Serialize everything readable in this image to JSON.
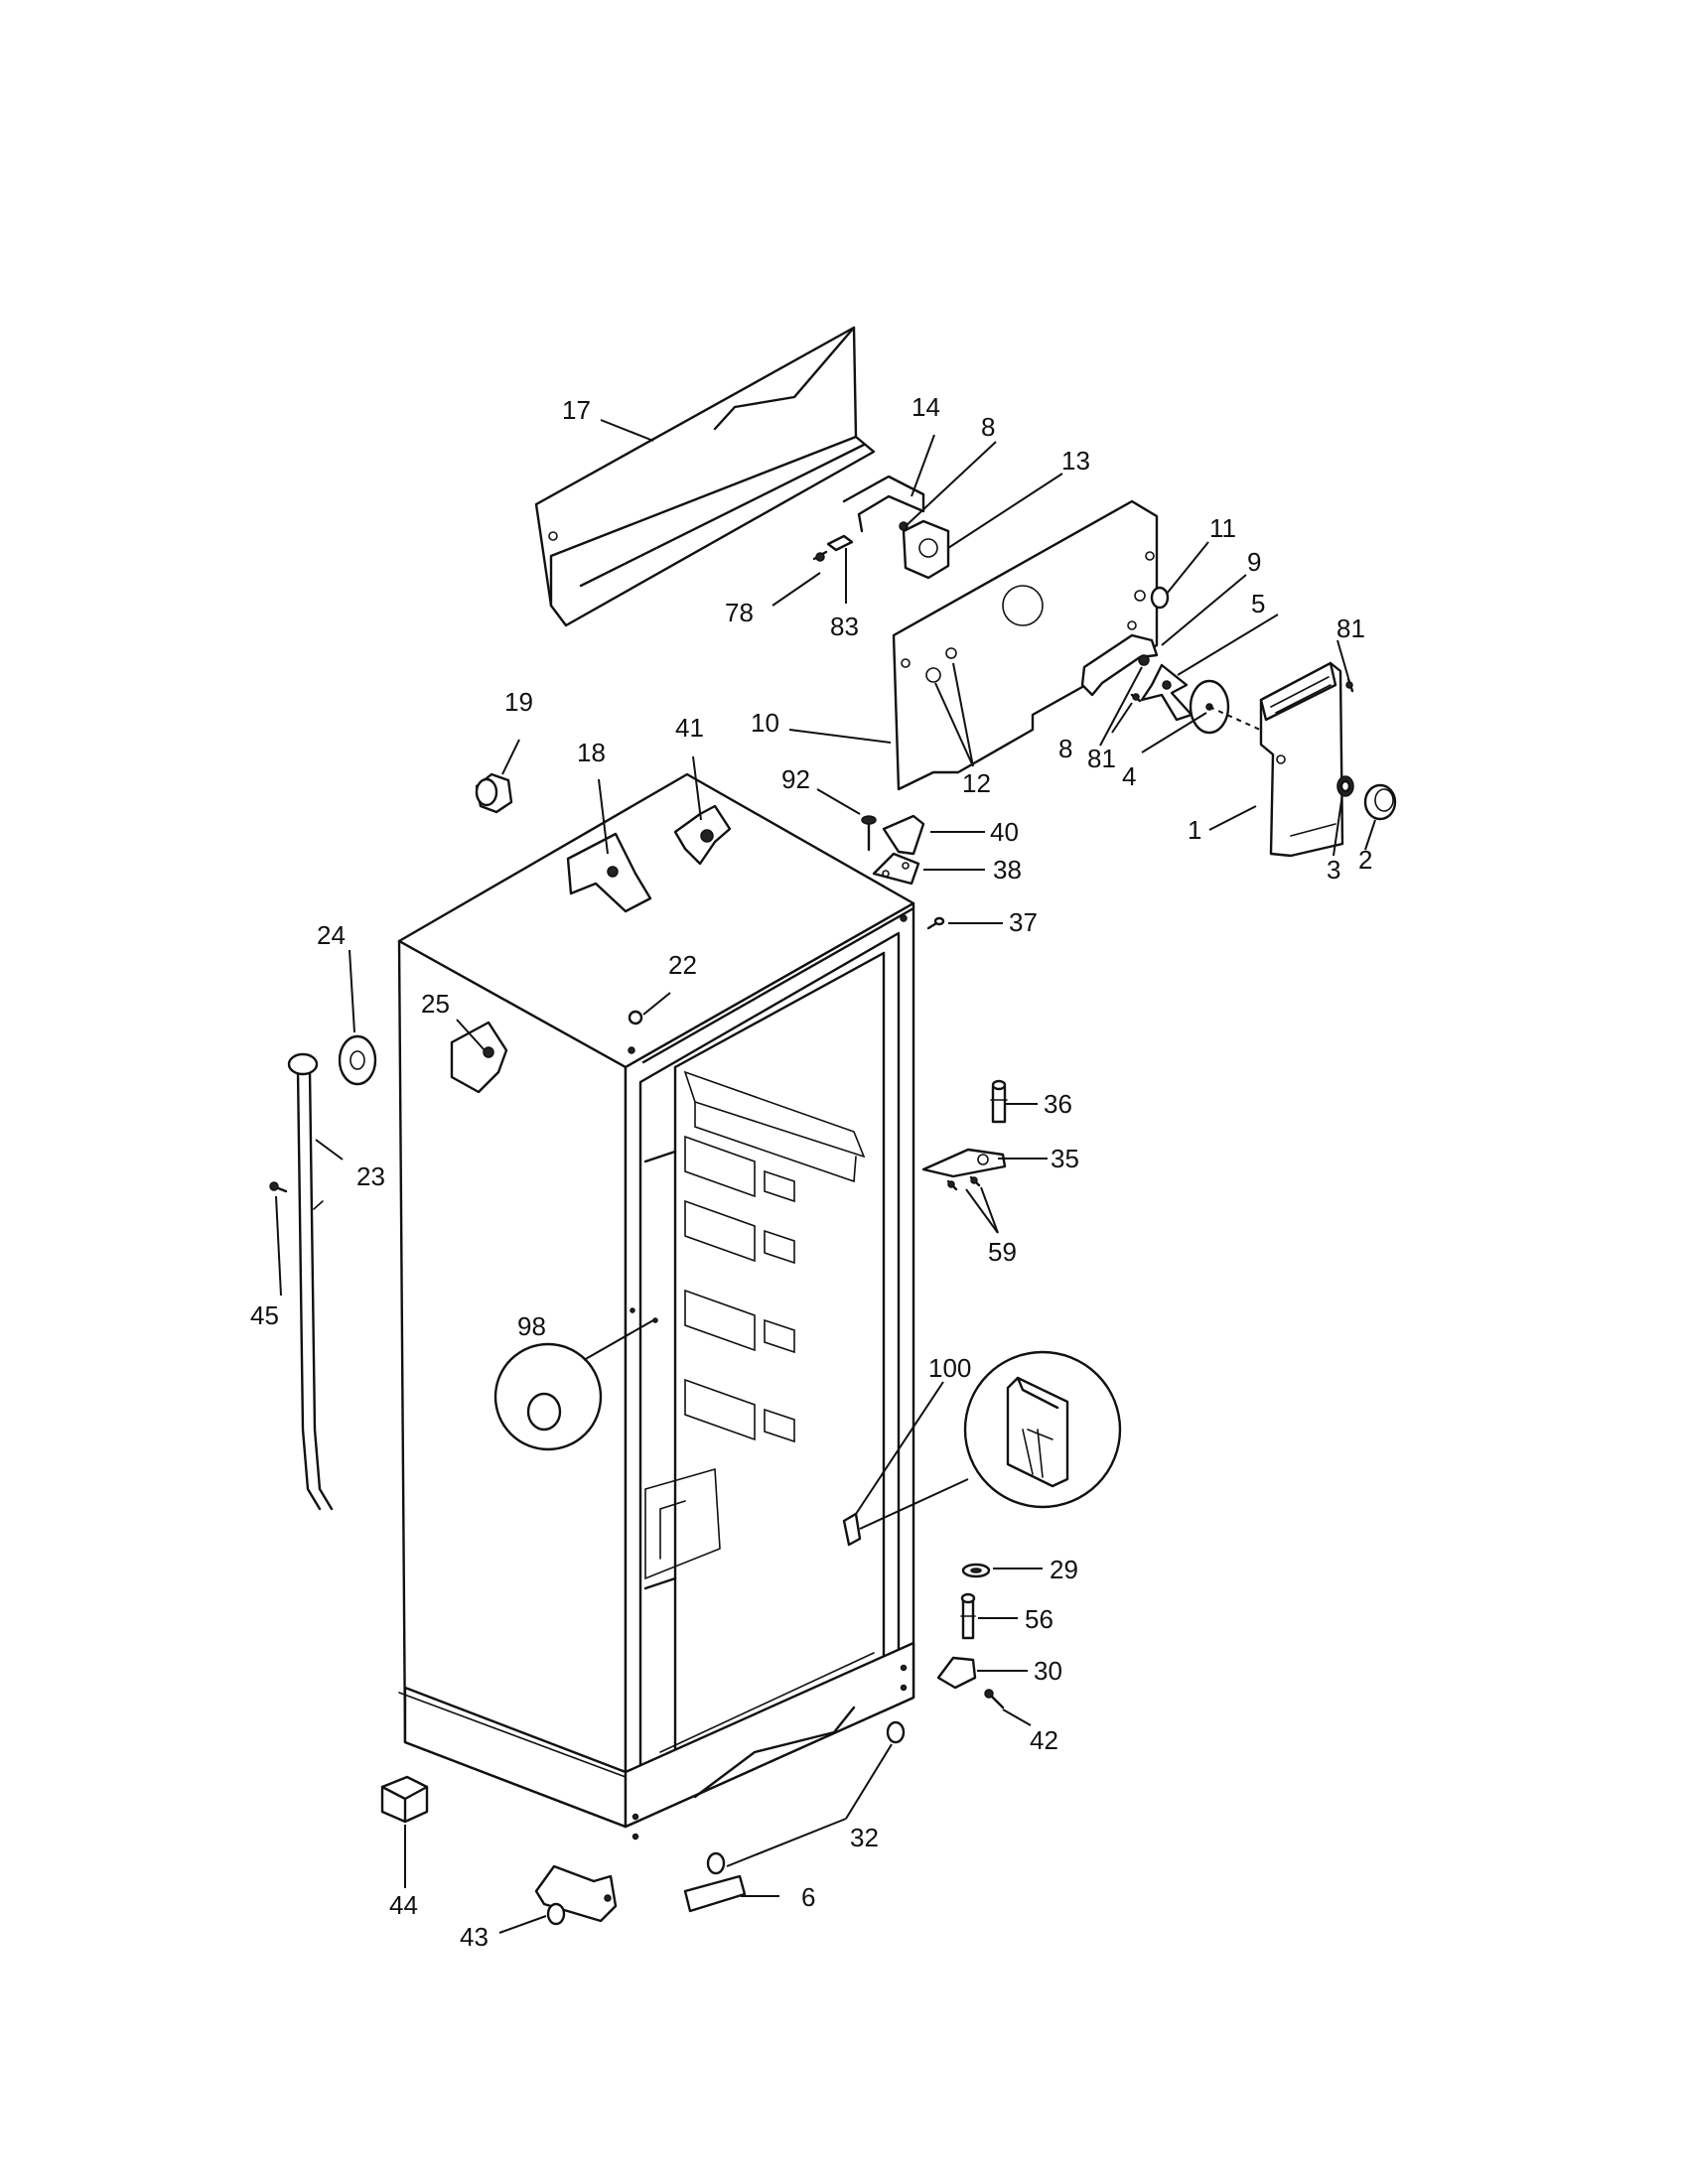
{
  "callouts": {
    "c1": "1",
    "c2": "2",
    "c3": "3",
    "c4": "4",
    "c5": "5",
    "c6": "6",
    "c8a": "8",
    "c8b": "8",
    "c9": "9",
    "c10": "10",
    "c11": "11",
    "c12": "12",
    "c13": "13",
    "c14": "14",
    "c17": "17",
    "c18": "18",
    "c19": "19",
    "c22": "22",
    "c23": "23",
    "c24": "24",
    "c25": "25",
    "c29": "29",
    "c30": "30",
    "c32": "32",
    "c35": "35",
    "c36": "36",
    "c37": "37",
    "c38": "38",
    "c40": "40",
    "c41": "41",
    "c42": "42",
    "c43": "43",
    "c44": "44",
    "c45": "45",
    "c56": "56",
    "c59": "59",
    "c78": "78",
    "c81a": "81",
    "c81b": "81",
    "c83": "83",
    "c92": "92",
    "c98": "98",
    "c100": "100"
  }
}
